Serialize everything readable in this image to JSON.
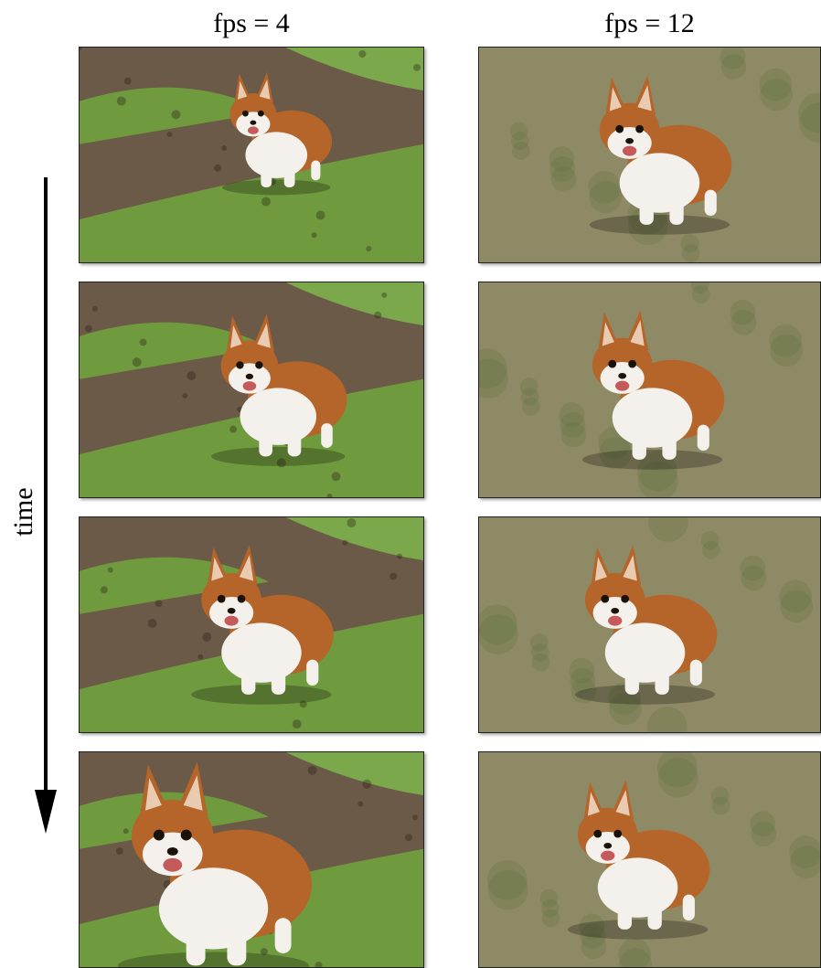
{
  "columns": [
    {
      "label": "fps = 4"
    },
    {
      "label": "fps = 12"
    }
  ],
  "axis": {
    "label": "time"
  },
  "frames": [
    {
      "col": 0,
      "row": 0,
      "scene": "muddy-grass",
      "dog": "corgi-running"
    },
    {
      "col": 0,
      "row": 1,
      "scene": "muddy-grass",
      "dog": "corgi-running"
    },
    {
      "col": 0,
      "row": 2,
      "scene": "muddy-grass",
      "dog": "corgi-running"
    },
    {
      "col": 0,
      "row": 3,
      "scene": "muddy-grass",
      "dog": "corgi-closeup"
    },
    {
      "col": 1,
      "row": 0,
      "scene": "dry-grass-field",
      "dog": "corgi-running"
    },
    {
      "col": 1,
      "row": 1,
      "scene": "dry-grass-field",
      "dog": "corgi-running"
    },
    {
      "col": 1,
      "row": 2,
      "scene": "dry-grass-field",
      "dog": "corgi-running"
    },
    {
      "col": 1,
      "row": 3,
      "scene": "dry-grass-field",
      "dog": "corgi-running"
    }
  ],
  "colors": {
    "grass_green": "#6f9a3e",
    "mud": "#6b5a47",
    "field": "#8f8a66",
    "corgi_fur": "#b5642a",
    "corgi_white": "#f4f1ec"
  }
}
